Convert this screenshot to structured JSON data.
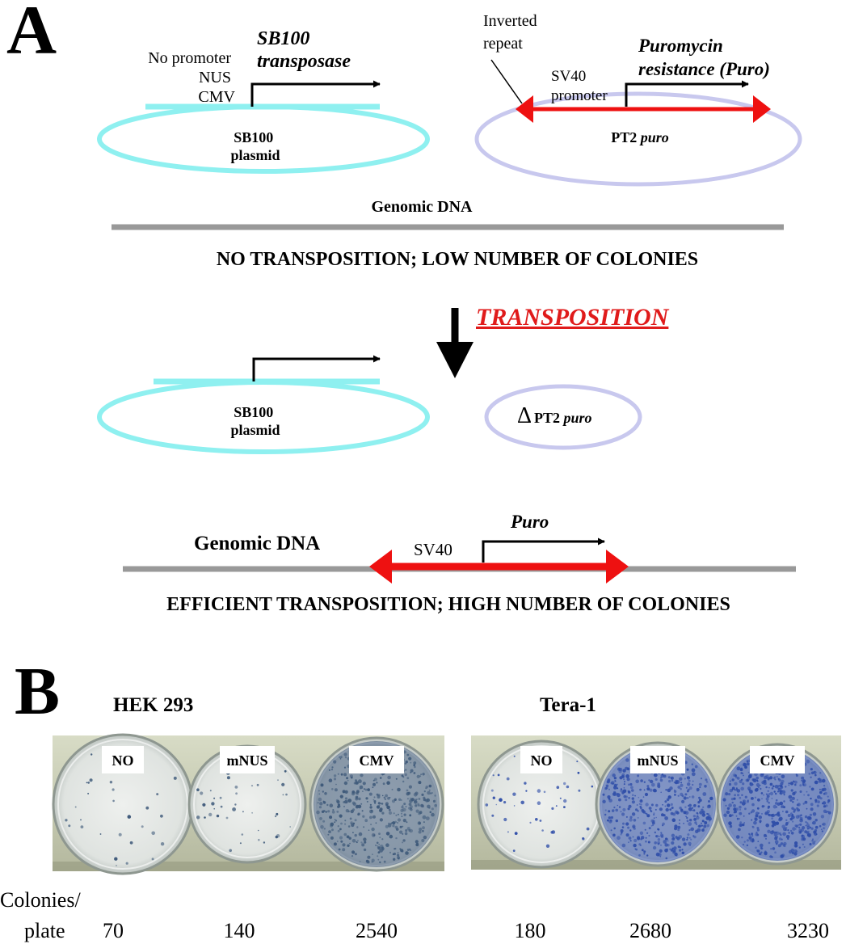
{
  "panel_a": {
    "label": "A",
    "sb100_gene": {
      "line1": "SB100",
      "line2": "transposase"
    },
    "promoter_options": [
      "No promoter",
      "NUS",
      "CMV"
    ],
    "sb100_plasmid": {
      "line1": "SB100",
      "line2": "plasmid"
    },
    "inverted_repeat": {
      "line1": "Inverted",
      "line2": "repeat"
    },
    "sv40_promoter": {
      "line1": "SV40",
      "line2": "promoter"
    },
    "puro_gene": {
      "line1": "Puromycin",
      "line2": "resistance (Puro)"
    },
    "pt2_plasmid": {
      "prefix": "PT2 ",
      "italic": "puro"
    },
    "genomic_dna_1": "Genomic DNA",
    "outcome_no": "NO TRANSPOSITION; LOW NUMBER OF COLONIES",
    "transposition": "TRANSPOSITION",
    "sb100_plasmid_after": {
      "line1": "SB100",
      "line2": "plasmid"
    },
    "delta_pt2": {
      "symbol": "Δ",
      "prefix": "PT2 ",
      "italic": "puro"
    },
    "genomic_dna_2": "Genomic DNA",
    "sv40_short": "SV40",
    "puro_short": "Puro",
    "outcome_yes": "EFFICIENT TRANSPOSITION; HIGH NUMBER OF COLONIES"
  },
  "panel_b": {
    "label": "B",
    "colonies_label": {
      "line1": "Colonies/",
      "line2": "plate"
    },
    "cell_lines": [
      {
        "name": "HEK 293",
        "plates": [
          {
            "label": "NO",
            "count": "70",
            "density": 0.03
          },
          {
            "label": "mNUS",
            "count": "140",
            "density": 0.06
          },
          {
            "label": "CMV",
            "count": "2540",
            "density": 0.85
          }
        ]
      },
      {
        "name": "Tera-1",
        "plates": [
          {
            "label": "NO",
            "count": "180",
            "density": 0.07
          },
          {
            "label": "mNUS",
            "count": "2680",
            "density": 0.9
          },
          {
            "label": "CMV",
            "count": "3230",
            "density": 1.0
          }
        ]
      }
    ]
  },
  "colors": {
    "sb100_plasmid": "#8ff0f0",
    "pt2_plasmid": "#c8c8ee",
    "inverted_repeat_arrow": "#ee1111",
    "genomic_dna": "#999999",
    "transposition_text": "#e01b1b",
    "colony_stain_hek": "#3f5a7a",
    "colony_stain_tera": "#2f4ea8",
    "plate_background": "#c9cdb8"
  }
}
